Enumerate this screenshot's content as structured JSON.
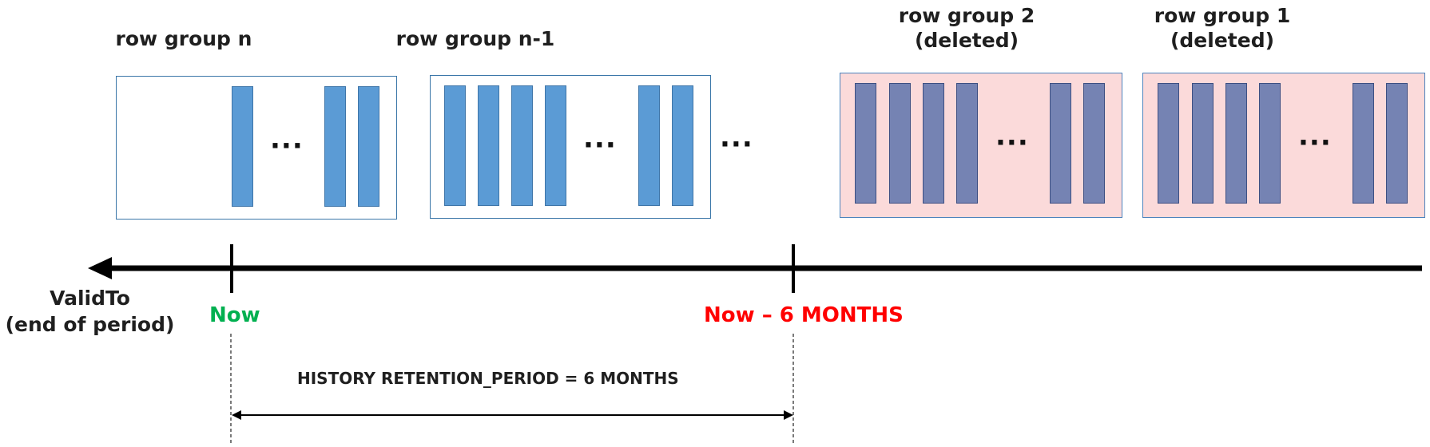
{
  "row_groups": [
    {
      "title": "row group n",
      "subtitle": "",
      "deleted": false,
      "dots": "···"
    },
    {
      "title": "row group n-1",
      "subtitle": "",
      "deleted": false,
      "dots": "···"
    },
    {
      "title": "row group 2",
      "subtitle": "(deleted)",
      "deleted": true,
      "dots": "···"
    },
    {
      "title": "row group 1",
      "subtitle": "(deleted)",
      "deleted": true,
      "dots": "···"
    }
  ],
  "gap_dots": "···",
  "axis": {
    "label_line1": "ValidTo",
    "label_line2": "(end of period)",
    "now_label": "Now",
    "now_color": "#00b050",
    "cutoff_label": "Now – 6 MONTHS",
    "cutoff_color": "#ff0000"
  },
  "retention_label": "HISTORY RETENTION_PERIOD =  6 MONTHS",
  "colors": {
    "bar_active": "#5b9bd5",
    "bar_deleted": "#7583b3",
    "deleted_background": "#fbdada"
  }
}
